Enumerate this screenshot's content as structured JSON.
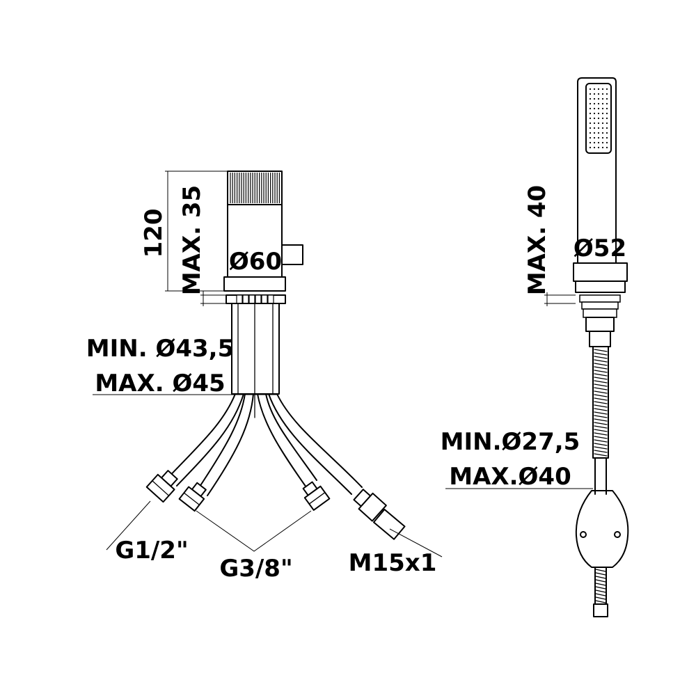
{
  "mixer": {
    "height_dim": "120",
    "max_deck_dim": "MAX. 35",
    "body_diameter": "Ø60",
    "hole_min": "MIN. Ø43,5",
    "hole_max": "MAX. Ø45",
    "thread_supply": "G1/2\"",
    "thread_hoses": "G3/8\"",
    "thread_outlet": "M15x1"
  },
  "shower": {
    "max_deck_dim": "MAX. 40",
    "base_diameter": "Ø52",
    "hole_min": "MIN.Ø27,5",
    "hole_max": "MAX.Ø40"
  },
  "colors": {
    "line": "#000000",
    "background": "#ffffff"
  }
}
